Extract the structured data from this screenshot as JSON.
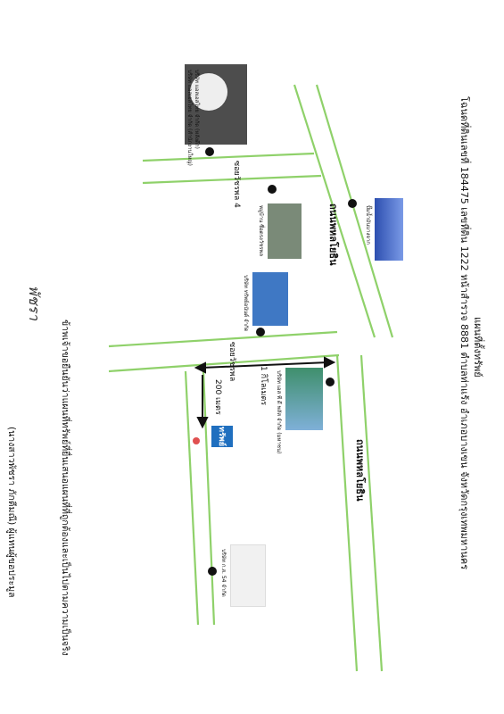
{
  "document": {
    "heading": "แผนที่ตั้งทรัพย์",
    "location": "โฉนดที่ดินเลขที่ 184475 เลขที่ดิน 1222 หน้าสำรวจ 8881 ตำบลท่าแร้ง อำเภอบางเขน จังหวัดกรุงเทพมหานคร",
    "note": "ข้าพเจ้าขอยืนยันว่าแผนที่ทรัพย์ที่ยื่นเสนอแผนที่ที่ถูกต้องและเป็นไปตามความเป็นจริง",
    "signer": "(นางสาวพัชรา ภักดีมณี) ผู้แทนผู้ขอประมูล",
    "signature": "พัชรา"
  },
  "roads": {
    "main_road_top": "ถนนพหลโยธิน",
    "main_road_bottom": "ถนนพหลโยธิน",
    "soi_upper": "ซอยวัชรพล 4",
    "soi_lower": "ซอยวัชรพล"
  },
  "distances": {
    "one_km": "1 กิโลเมตร",
    "two_hundred_m": "200 เมตร"
  },
  "landmarks": [
    {
      "caption": "บริษัท แอลเอสไทย จำกัด (สำนักงานใหญ่)",
      "fill": "#4d4d4d"
    },
    {
      "caption": "บริษัท แอลเอสไทย จำกัด (หลังตึก)",
      "fill": "#3a3a3a"
    },
    {
      "caption": "ปั๊มน้ำมันบางจาก",
      "fill": "#5b7fd6"
    },
    {
      "caption": "หมู่บ้าน ซื่อตรงวัชรพล",
      "fill": "#7a8a78"
    },
    {
      "caption": "บริษัท ทรัพย์อนันต์ จำกัด",
      "fill": "#3f78c4"
    },
    {
      "caption": "บริษัท เอส พี ดี พลัส จำกัด (มหาชน)",
      "fill": "#3f8f6c"
    },
    {
      "caption": "บริษัท ก.ส. 54 จำกัด",
      "fill": "#f1f1f1"
    }
  ],
  "property_marker": {
    "label": "ทรัพย์",
    "color": "#1f6fbf"
  },
  "colors": {
    "road": "#8fd16a",
    "dot": "#111111",
    "pin": "#e05050"
  }
}
